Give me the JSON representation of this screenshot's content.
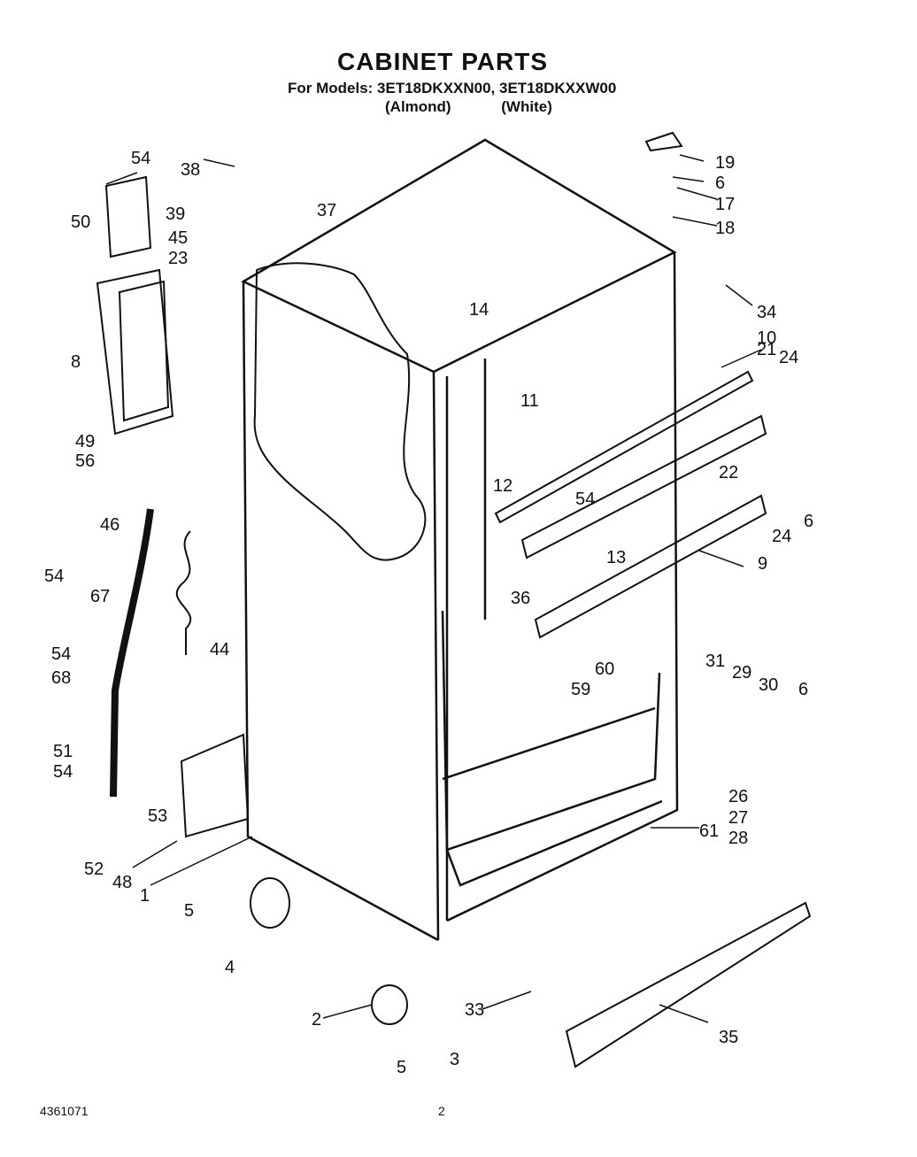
{
  "header": {
    "title": "CABINET PARTS",
    "models_line": "For Models: 3ET18DKXXN00, 3ET18DKXXW00",
    "colors_line": "(Almond)            (White)"
  },
  "footer": {
    "doc_number": "4361071",
    "page_number": "2"
  },
  "part_labels": {
    "p54a": "54",
    "p38": "38",
    "p39": "39",
    "p50": "50",
    "p45": "45",
    "p37": "37",
    "p23": "23",
    "p8": "8",
    "p49": "49",
    "p56": "56",
    "p19": "19",
    "p6a": "6",
    "p17": "17",
    "p18": "18",
    "p34": "34",
    "p14": "14",
    "p10": "10",
    "p24a": "24",
    "p21": "21",
    "p11": "11",
    "p12": "12",
    "p22": "22",
    "p54b": "54",
    "p6b": "6",
    "p24b": "24",
    "p13": "13",
    "p9": "9",
    "p46": "46",
    "p36": "36",
    "p60": "60",
    "p59": "59",
    "p54c": "54",
    "p67": "67",
    "p44": "44",
    "p54d": "54",
    "p68": "68",
    "p31": "31",
    "p29": "29",
    "p30": "30",
    "p6c": "6",
    "p51": "51",
    "p54e": "54",
    "p53": "53",
    "p26": "26",
    "p27": "27",
    "p28": "28",
    "p61": "61",
    "p52": "52",
    "p48": "48",
    "p1": "1",
    "p5a": "5",
    "p4": "4",
    "p2": "2",
    "p33": "33",
    "p35": "35",
    "p5b": "5",
    "p3": "3"
  }
}
